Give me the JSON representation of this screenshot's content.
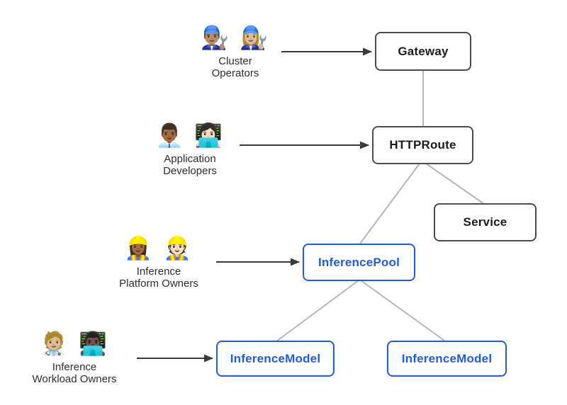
{
  "personas": [
    {
      "name": "cluster-operators",
      "emojis": "👨🏽‍🔧 👩🏼‍🔧",
      "label": [
        "Cluster",
        "Operators"
      ]
    },
    {
      "name": "application-developers",
      "emojis": "👨🏾‍💼 👩🏻‍💻",
      "label": [
        "Application",
        "Developers"
      ]
    },
    {
      "name": "inference-platform-owners",
      "emojis": "👷🏾‍♀️ 👷🏻",
      "label": [
        "Inference",
        "Platform Owners"
      ]
    },
    {
      "name": "inference-workload-owners",
      "emojis": "🧑🏼‍⚕️ 👨🏿‍💻",
      "label": [
        "Inference",
        "Workload Owners"
      ]
    }
  ],
  "nodes": [
    {
      "label": "Gateway",
      "type": "core"
    },
    {
      "label": "HTTPRoute",
      "type": "core"
    },
    {
      "label": "Service",
      "type": "core"
    },
    {
      "label": "InferencePool",
      "type": "extension"
    },
    {
      "label": "InferenceModel",
      "type": "extension"
    },
    {
      "label": "InferenceModel",
      "type": "extension"
    }
  ],
  "colors": {
    "background": "#ffffff",
    "core_border": "#4d4d4d",
    "core_text": "#1c1c1c",
    "extension_blue": "#1e5ce6",
    "connector": "#b5b5b5",
    "arrow": "#3a3a3a"
  }
}
